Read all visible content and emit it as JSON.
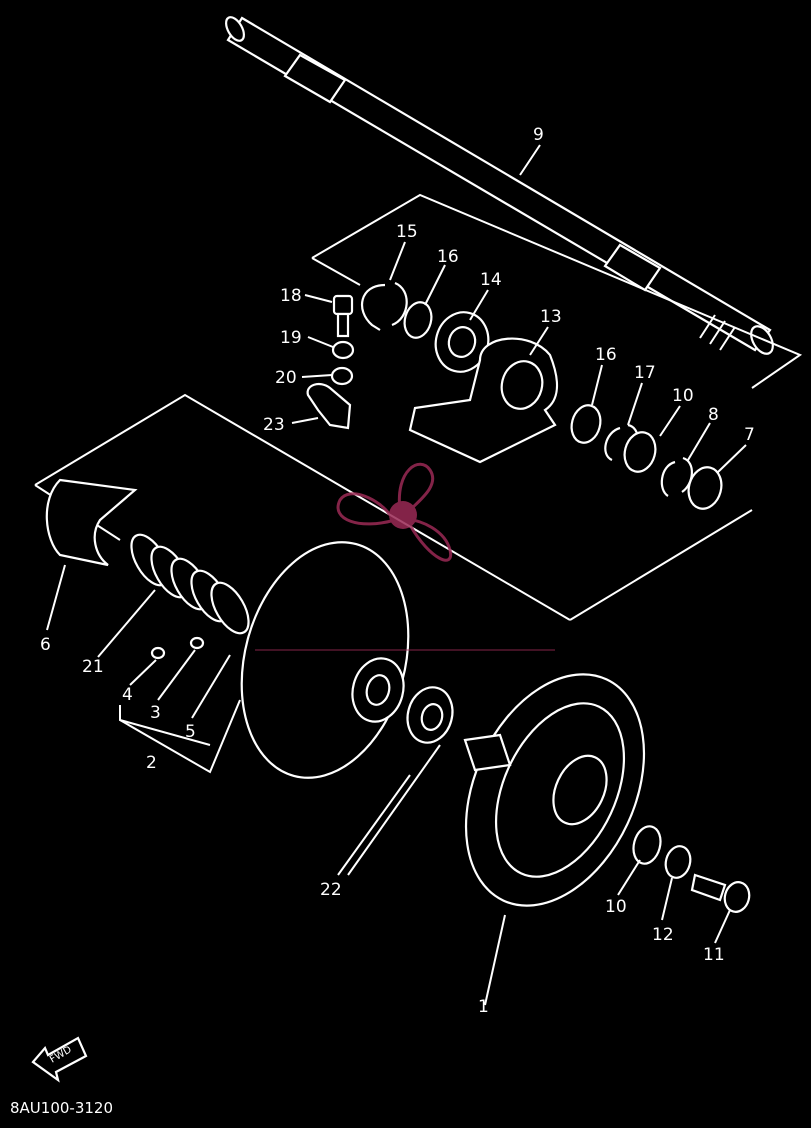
{
  "diagram": {
    "background": "#000000",
    "line_color": "#ffffff",
    "watermark_color": "#9b2a55",
    "drawing_code": "8AU100-3120",
    "fwd_label": "FWD",
    "callouts": [
      {
        "id": "c1",
        "text": "1"
      },
      {
        "id": "c2",
        "text": "2"
      },
      {
        "id": "c3",
        "text": "3"
      },
      {
        "id": "c4",
        "text": "4"
      },
      {
        "id": "c5",
        "text": "5"
      },
      {
        "id": "c6",
        "text": "6"
      },
      {
        "id": "c7",
        "text": "7"
      },
      {
        "id": "c8",
        "text": "8"
      },
      {
        "id": "c9",
        "text": "9"
      },
      {
        "id": "c10a",
        "text": "10"
      },
      {
        "id": "c10b",
        "text": "10"
      },
      {
        "id": "c11",
        "text": "11"
      },
      {
        "id": "c12",
        "text": "12"
      },
      {
        "id": "c13",
        "text": "13"
      },
      {
        "id": "c14",
        "text": "14"
      },
      {
        "id": "c15",
        "text": "15"
      },
      {
        "id": "c16a",
        "text": "16"
      },
      {
        "id": "c16b",
        "text": "16"
      },
      {
        "id": "c17",
        "text": "17"
      },
      {
        "id": "c18",
        "text": "18"
      },
      {
        "id": "c19",
        "text": "19"
      },
      {
        "id": "c20",
        "text": "20"
      },
      {
        "id": "c21",
        "text": "21"
      },
      {
        "id": "c22",
        "text": "22"
      },
      {
        "id": "c23",
        "text": "23"
      }
    ]
  }
}
